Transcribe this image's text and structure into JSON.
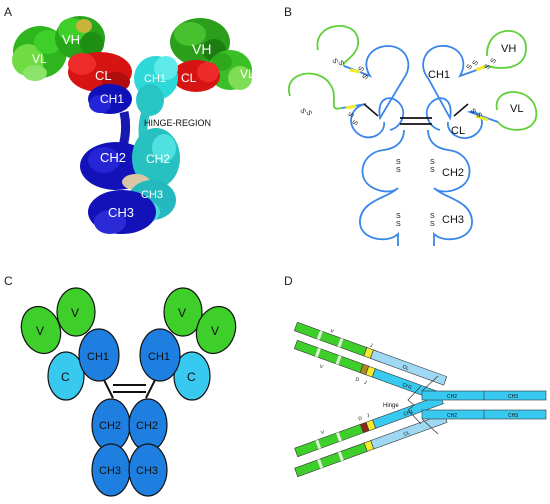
{
  "panels": {
    "a": {
      "letter": "A",
      "labels": {
        "vh_left": "VH",
        "vl_left": "VL",
        "cl_left": "CL",
        "ch1_left": "CH1",
        "vh_right": "VH",
        "vl_right": "VL",
        "cl_right": "CL",
        "ch1_right": "CH1",
        "hinge": "HINGE-REGION",
        "ch2_left": "CH2",
        "ch2_right": "CH2",
        "ch3_left": "CH3",
        "ch3_right": "CH3"
      }
    },
    "b": {
      "letter": "B",
      "labels": {
        "vh": "VH",
        "ch1": "CH1",
        "vl": "VL",
        "cl": "CL",
        "ch2": "CH2",
        "ch3": "CH3"
      },
      "disulfide": "S"
    },
    "c": {
      "letter": "C",
      "labels": {
        "v": "V",
        "c": "C",
        "ch1": "CH1",
        "ch2": "CH2",
        "ch3": "CH3"
      }
    },
    "d": {
      "letter": "D",
      "labels": {
        "cl": "CL",
        "ch1": "CH1",
        "ch2": "CH2",
        "ch3": "CH3",
        "hinge": "Hinge",
        "v": "V",
        "d": "D",
        "j": "J"
      }
    }
  },
  "colors": {
    "variable_green": "#3fcf2a",
    "light_green": "#8be36a",
    "constant_blue": "#1e7fe0",
    "constant_cyan": "#37c9f0",
    "pale_blue": "#9fd8f3",
    "chain_blue": "#3a86e8",
    "outline_green": "#5ed03a",
    "red": "#e21b1b",
    "navy": "#1010b8",
    "cyan": "#33e0e0",
    "yellow": "#f2ec2a",
    "beige": "#d8c7a5"
  }
}
